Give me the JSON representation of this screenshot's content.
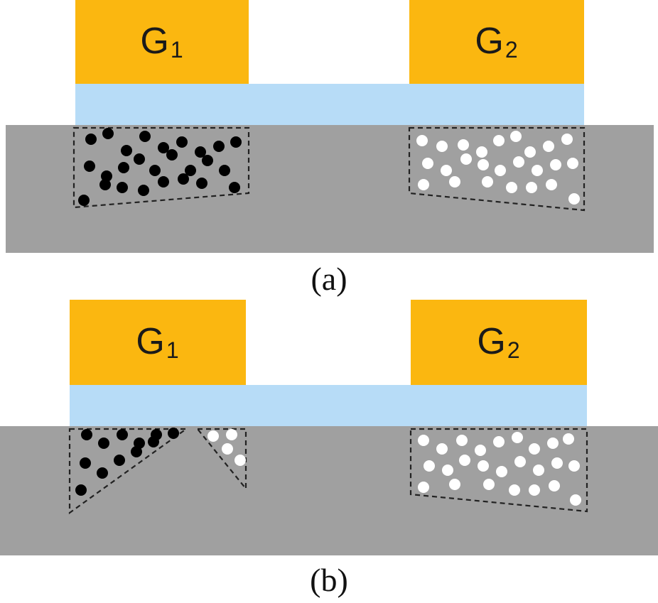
{
  "panels": [
    {
      "id": "a",
      "caption": "(a)",
      "gate_left": {
        "main": "G",
        "sub": "1"
      },
      "gate_right": {
        "main": "G",
        "sub": "2"
      },
      "left_region_carrier": "black-dot",
      "right_region_carrier": "white-dot"
    },
    {
      "id": "b",
      "caption": "(b)",
      "gate_left": {
        "main": "G",
        "sub": "1"
      },
      "gate_right": {
        "main": "G",
        "sub": "2"
      },
      "left_region_carrier": "black-dot",
      "middle_region_carrier": "white-dot",
      "right_region_carrier": "white-dot"
    }
  ],
  "colors": {
    "gate": "#fbb710",
    "oxide": "#b7dcf7",
    "substrate": "#a0a0a0",
    "electron": "#000000",
    "hole": "#ffffff",
    "region_border": "#222222"
  }
}
